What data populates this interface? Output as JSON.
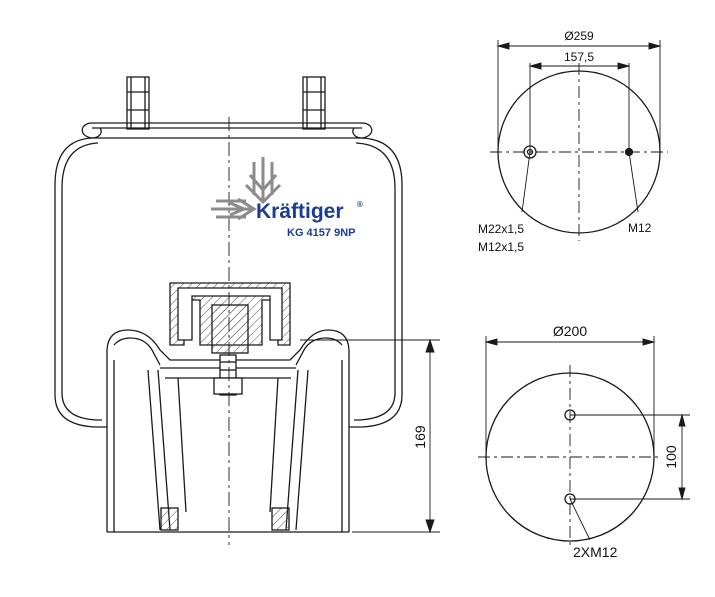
{
  "logo": {
    "brand": "Kräftiger",
    "mark": "®",
    "model": "KG 4157 9NP"
  },
  "side_view": {
    "height_dim": "169"
  },
  "top_plate": {
    "diameter": "Ø259",
    "bolt_spacing": "157,5",
    "thread_left_1": "M22x1,5",
    "thread_left_2": "M12x1,5",
    "thread_right": "M12"
  },
  "bottom_piston": {
    "diameter": "Ø200",
    "hole_spacing": "100",
    "holes": "2XM12"
  },
  "colors": {
    "line": "#1a1a1a",
    "hatch": "#555555",
    "brand_blue": "#1b3d8f",
    "arrow_gray": "#8c8c8c"
  }
}
